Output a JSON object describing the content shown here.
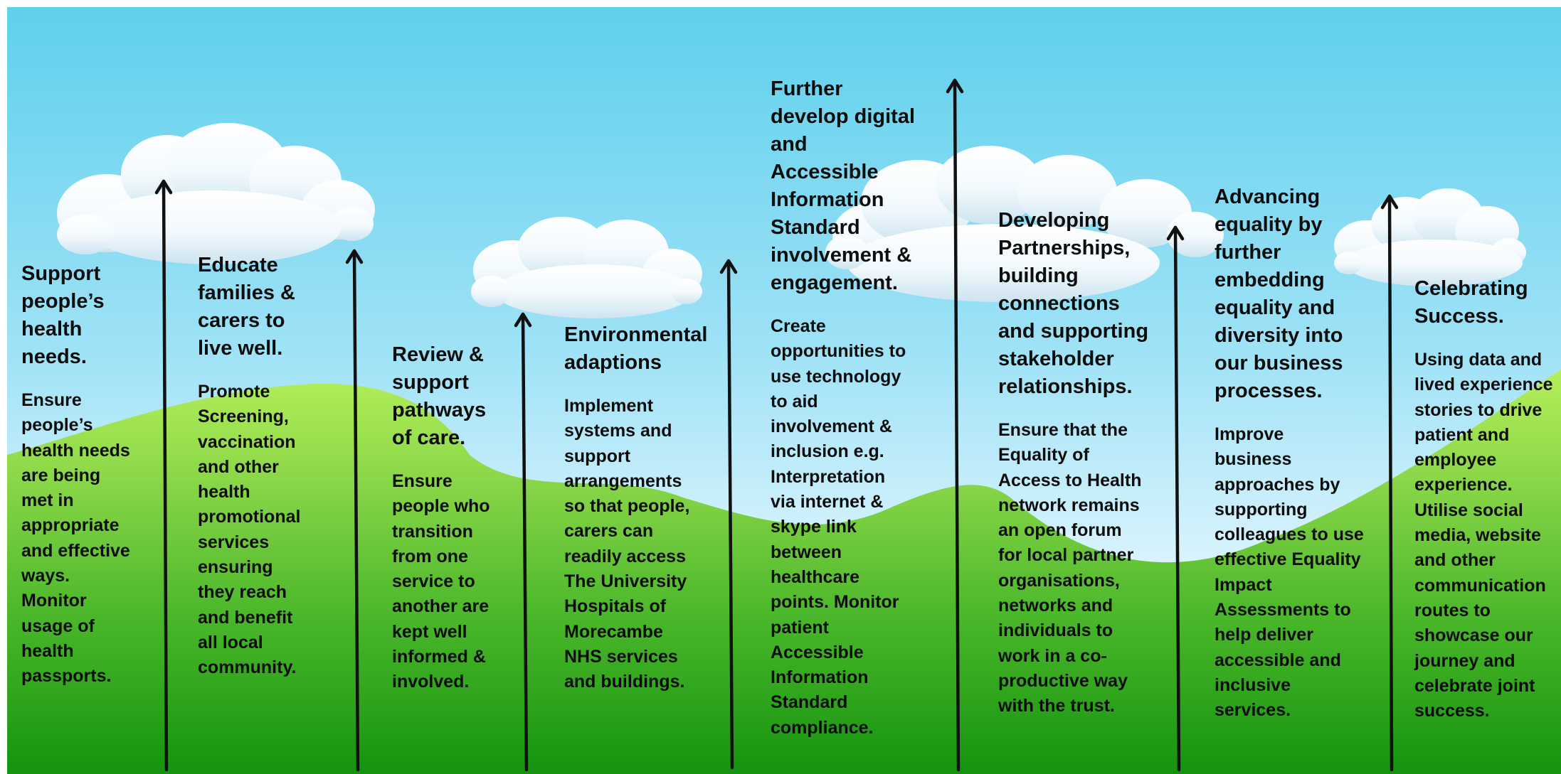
{
  "colors": {
    "sky_top": "#5fd0ec",
    "sky_bottom": "#e9f8ff",
    "hill_light": "#b5ef5a",
    "hill_mid": "#7fd33f",
    "hill_dark": "#15930f",
    "cloud": "#ffffff",
    "cloud_shade": "#cde4f0",
    "arrow": "#111111",
    "text": "#0d0d0d"
  },
  "columns": [
    {
      "id": "support-health-needs",
      "heading": "Support\npeople’s\nhealth\nneeds.",
      "body": "Ensure\npeople’s\nhealth needs\nare being\nmet in\nappropriate\nand effective\nways.\nMonitor\nusage of\nhealth\npassports."
    },
    {
      "id": "educate-families",
      "heading": "Educate\nfamilies &\ncarers to\nlive well.",
      "body": "Promote\nScreening,\nvaccination\nand other\nhealth\npromotional\nservices\nensuring\nthey reach\nand benefit\nall local\ncommunity."
    },
    {
      "id": "review-pathways",
      "heading": "Review &\nsupport\npathways\nof care.",
      "body": "Ensure\npeople who\ntransition\nfrom one\nservice to\nanother are\nkept well\ninformed &\ninvolved."
    },
    {
      "id": "environmental-adaptions",
      "heading": "Environmental\nadaptions",
      "body": "Implement\nsystems and\nsupport\narrangements\nso that people,\ncarers can\nreadily access\nThe University\nHospitals of\nMorecambe\nNHS services\nand  buildings."
    },
    {
      "id": "digital-accessible-information",
      "heading": "Further\ndevelop digital\nand\nAccessible\nInformation\nStandard\ninvolvement &\nengagement.",
      "body": "Create\nopportunities to\nuse technology\nto aid\ninvolvement &\ninclusion e.g.\nInterpretation\nvia  internet  &\nskype link\nbetween\nhealthcare\npoints. Monitor\npatient\nAccessible\nInformation\nStandard\ncompliance."
    },
    {
      "id": "developing-partnerships",
      "heading": "Developing\nPartnerships,\nbuilding\nconnections\nand supporting\nstakeholder\nrelationships.",
      "body": "Ensure that the\nEquality of\nAccess to Health\nnetwork remains\nan open forum\nfor local partner\norganisations,\nnetworks and\nindividuals to\nwork in a  co-\nproductive way\nwith the trust."
    },
    {
      "id": "advancing-equality",
      "heading": "Advancing\nequality by\nfurther\nembedding\nequality and\ndiversity into\nour business\nprocesses.",
      "body": "Improve\nbusiness\napproaches by\nsupporting\ncolleagues to use\neffective Equality\nImpact\nAssessments to\nhelp deliver\naccessible and\ninclusive\nservices."
    },
    {
      "id": "celebrating-success",
      "heading": "Celebrating\nSuccess.",
      "body": "Using data and\nlived experience\nstories to drive\npatient and\nemployee\nexperience.\nUtilise social\nmedia, website\nand other\ncommunication\nroutes to\nshowcase our\njourney and\ncelebrate joint\nsuccess."
    }
  ]
}
